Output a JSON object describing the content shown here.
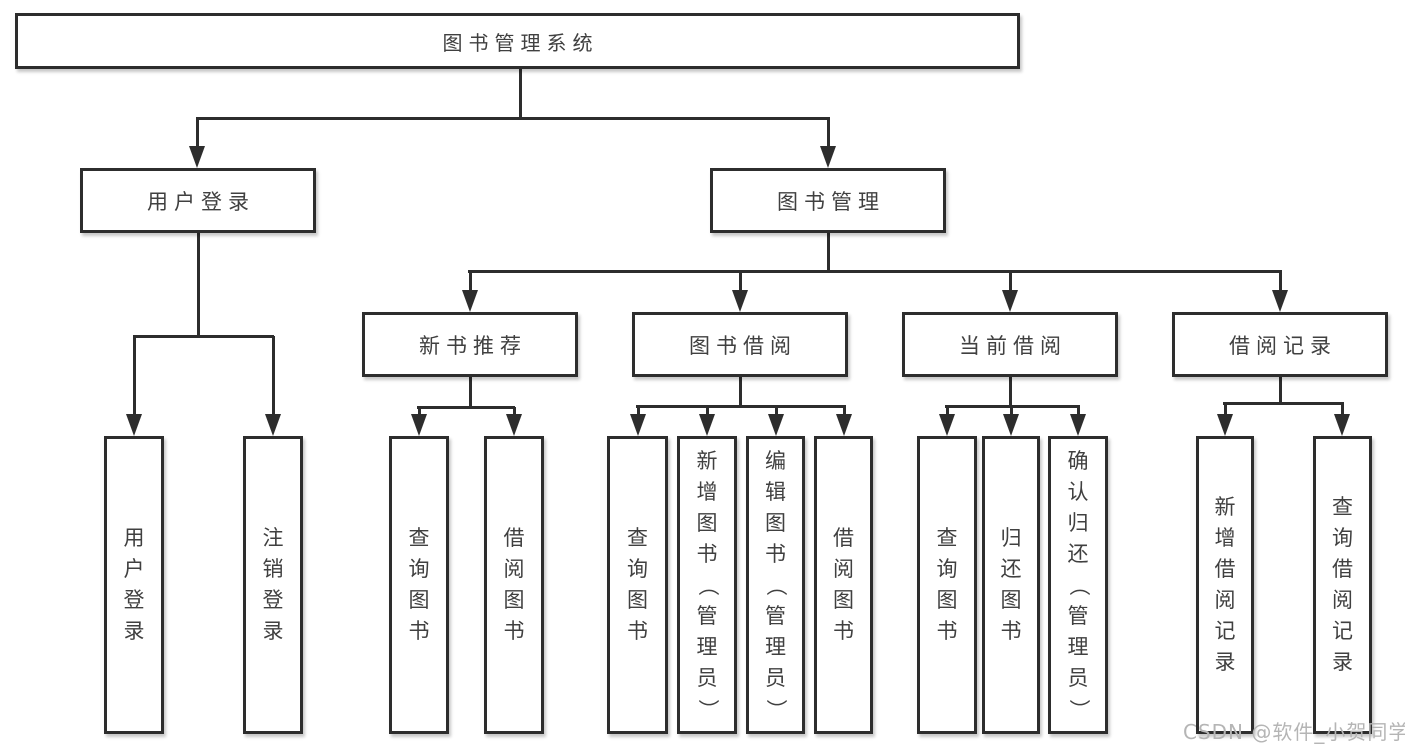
{
  "diagram": {
    "title": "图书管理系统",
    "line_color": "#2d2d2d",
    "text_color": "#404040",
    "background_color": "#ffffff",
    "nodes": {
      "root": "图书管理系统",
      "user_login": "用户登录",
      "book_management": "图书管理",
      "new_book_recommend": "新书推荐",
      "book_borrowing": "图书借阅",
      "current_borrowing": "当前借阅",
      "borrowing_records": "借阅记录",
      "leaf_user_login": "用户登录",
      "leaf_logout": "注销登录",
      "leaf_query_books_recommend": "查询图书",
      "leaf_borrow_books_recommend": "借阅图书",
      "leaf_query_books_borrowing": "查询图书",
      "leaf_add_books_admin": "新增图书（管理员）",
      "leaf_edit_books_admin": "编辑图书（管理员）",
      "leaf_borrow_books_borrowing": "借阅图书",
      "leaf_query_books_current": "查询图书",
      "leaf_return_books": "归还图书",
      "leaf_confirm_return_admin": "确认归还（管理员）",
      "leaf_add_borrow_record": "新增借阅记录",
      "leaf_query_borrow_record": "查询借阅记录"
    }
  },
  "watermark": {
    "text": "CSDN @软件_小贺同学",
    "color": "#b5b5b5"
  }
}
